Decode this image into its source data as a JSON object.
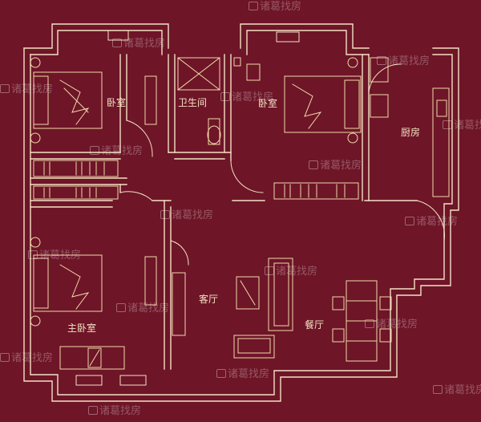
{
  "rooms": {
    "bedroom_nw": "卧室",
    "bathroom": "卫生间",
    "bedroom_center": "卧室",
    "kitchen": "厨房",
    "living_room": "客厅",
    "dining_room": "餐厅",
    "master_bedroom": "主卧室"
  },
  "watermark": {
    "text": "诸葛找房"
  },
  "colors": {
    "background": "#6e1528",
    "wall": "#f3e2c2",
    "furniture_line": "#f0d9a8"
  }
}
